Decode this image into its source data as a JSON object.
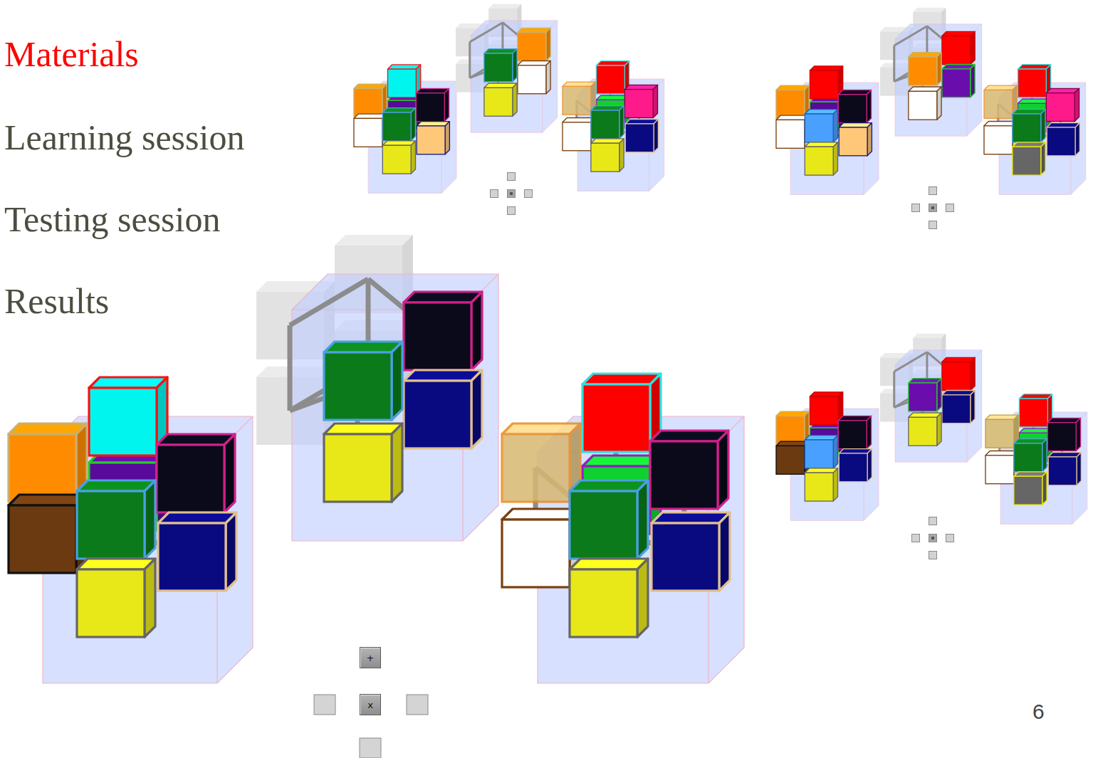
{
  "diagram": {
    "nodes": [
      {
        "text": [
          "+"
        ]
      },
      {
        "text": [
          "x"
        ]
      }
    ],
    "labels": [
      "Materials",
      "Learning session",
      "Testing session",
      "Results",
      "6"
    ]
  }
}
